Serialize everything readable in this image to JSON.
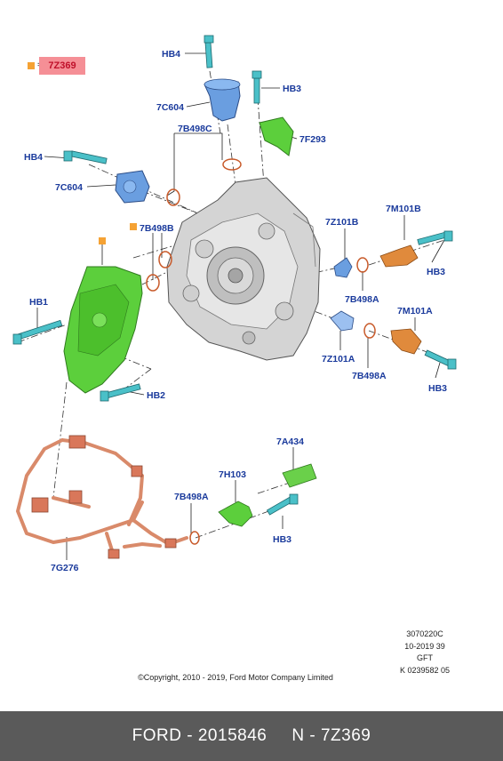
{
  "legend": {
    "equals": "=",
    "part": "7Z369"
  },
  "labels": {
    "hb4_top": "HB4",
    "hb3_top": "HB3",
    "c7c604_top": "7C604",
    "f7f293": "7F293",
    "b7b498c": "7B498C",
    "hb4_left": "HB4",
    "c7c604_left": "7C604",
    "b7b498b": "7B498B",
    "z7z101b": "7Z101B",
    "m7m101b": "7M101B",
    "hb3_right_b": "HB3",
    "a7b498a_b": "7B498A",
    "hb1": "HB1",
    "m7m101a": "7M101A",
    "z7z101a": "7Z101A",
    "a7b498a_a": "7B498A",
    "hb3_right_a": "HB3",
    "hb2": "HB2",
    "a7a434": "7A434",
    "h7h103": "7H103",
    "a7b498a_c": "7B498A",
    "hb3_bottom": "HB3",
    "g7g276": "7G276"
  },
  "meta": {
    "line1": "3070220C",
    "line2": "10-2019 39",
    "line3": "GFT",
    "line4": "K 0239582 05",
    "copyright": "©Copyright, 2010 - 2019, Ford Motor Company Limited"
  },
  "footer": {
    "left": "FORD - 2015846",
    "right": "N - 7Z369"
  },
  "colors": {
    "green": "#5ccf3c",
    "blue": "#6a9ee0",
    "orange": "#e08a3c",
    "copper": "#d98a6a",
    "gray": "#c9c9c9",
    "label": "#1a3a9c",
    "footer_bg": "#5a5a5a",
    "legend_bg": "#f58f96"
  }
}
